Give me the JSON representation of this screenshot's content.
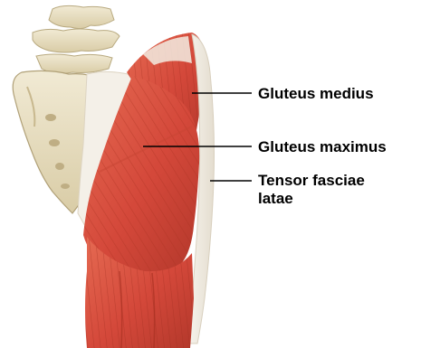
{
  "labels": {
    "gluteus_medius": "Gluteus medius",
    "gluteus_maximus": "Gluteus maximus",
    "tensor_fasciae_latae_line1": "Tensor fasciae",
    "tensor_fasciae_latae_line2": "latae"
  },
  "colors": {
    "muscle": "#d9533f",
    "muscle_dark": "#b83a2a",
    "bone": "#e9e0c6",
    "fascia": "#f3efe6",
    "leader_line": "#000000"
  }
}
